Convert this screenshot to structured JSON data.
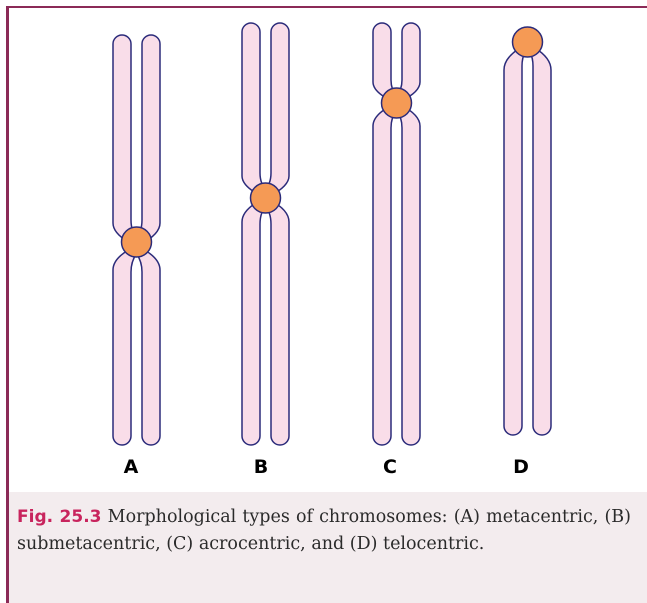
{
  "labels": {
    "a": "A",
    "b": "B",
    "c": "C",
    "d": "D"
  },
  "caption": {
    "label": "Fig. 25.3",
    "text": " Morphological types of chromosomes: (A) metacentric, (B) submetacentric, (C) acrocentric, and (D) telocentric."
  },
  "colors": {
    "chromatid_fill": "#f9dde9",
    "chromatid_stroke": "#2b2b7a",
    "centromere_fill": "#f59a55",
    "centromere_stroke": "#2b2b7a",
    "accent": "#c8245d",
    "frame": "#8b2a57",
    "caption_bg": "#f3ecee"
  }
}
